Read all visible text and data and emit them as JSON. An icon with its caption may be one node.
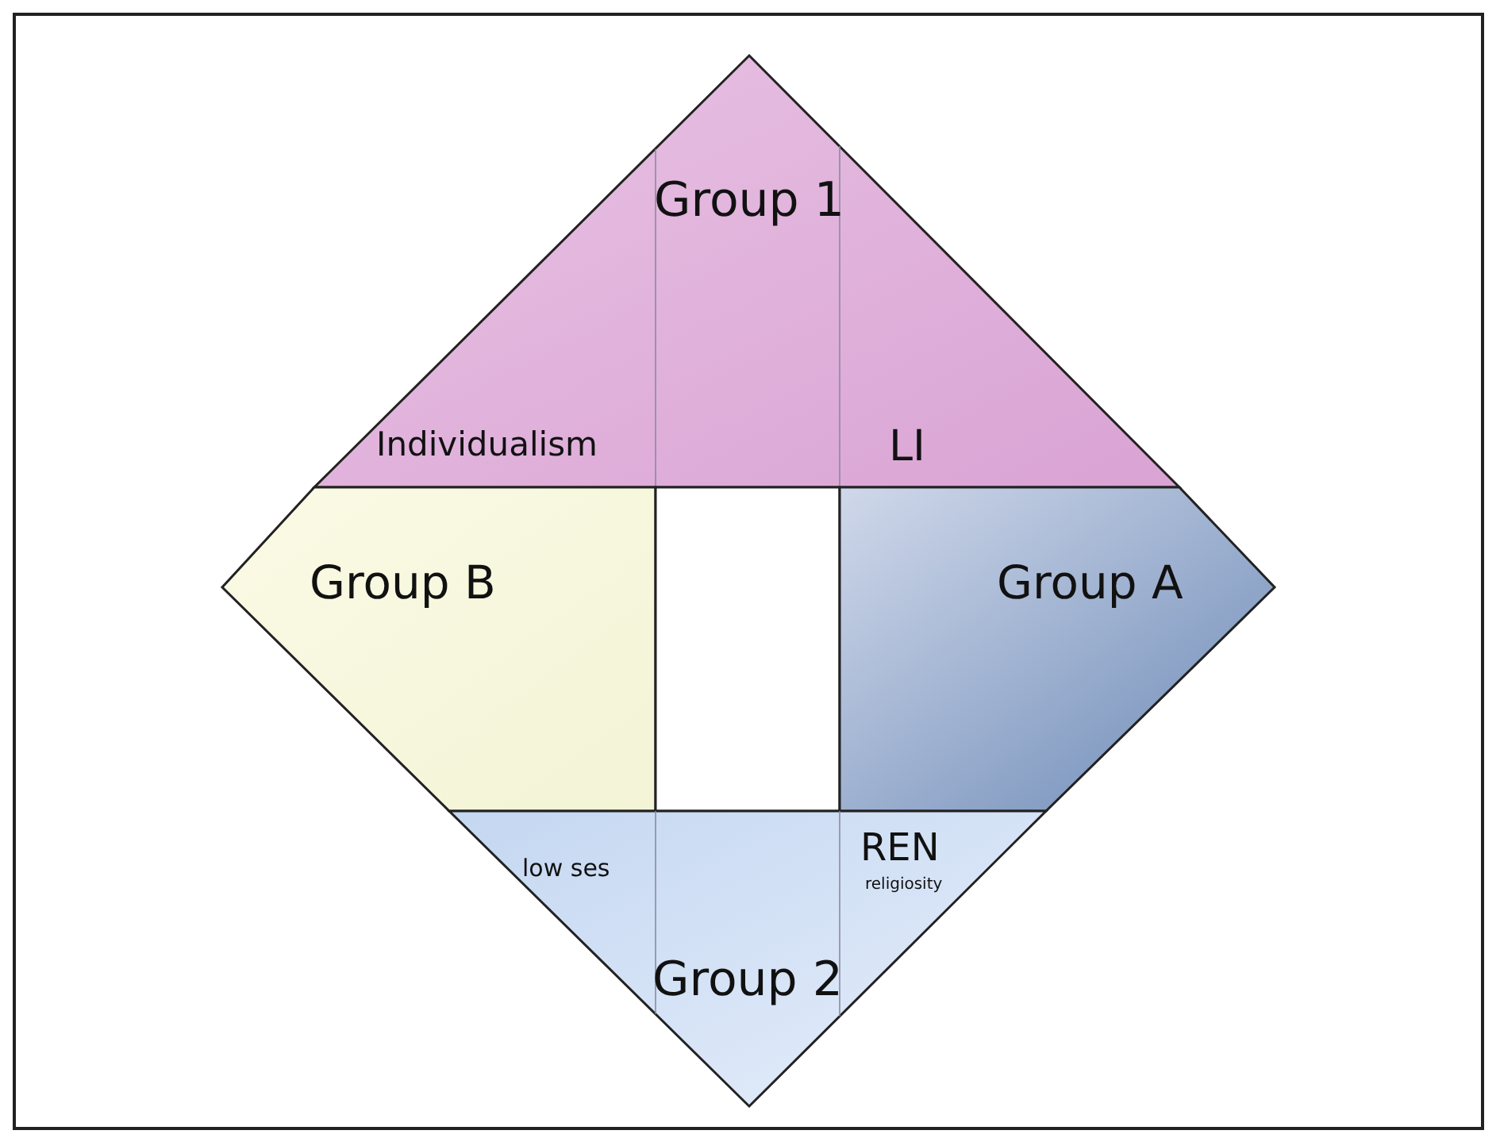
{
  "diagram": {
    "nodes": [
      {
        "text": [
          "Group 1",
          "Individualism",
          "LI"
        ]
      },
      {
        "text": [
          "Group B"
        ]
      },
      {
        "text": [],
        "shape": "box"
      },
      {
        "text": [
          "Group A"
        ]
      },
      {
        "text": [
          "low ses",
          "REN",
          "religiosity",
          "Group 2"
        ]
      }
    ],
    "edges": []
  }
}
